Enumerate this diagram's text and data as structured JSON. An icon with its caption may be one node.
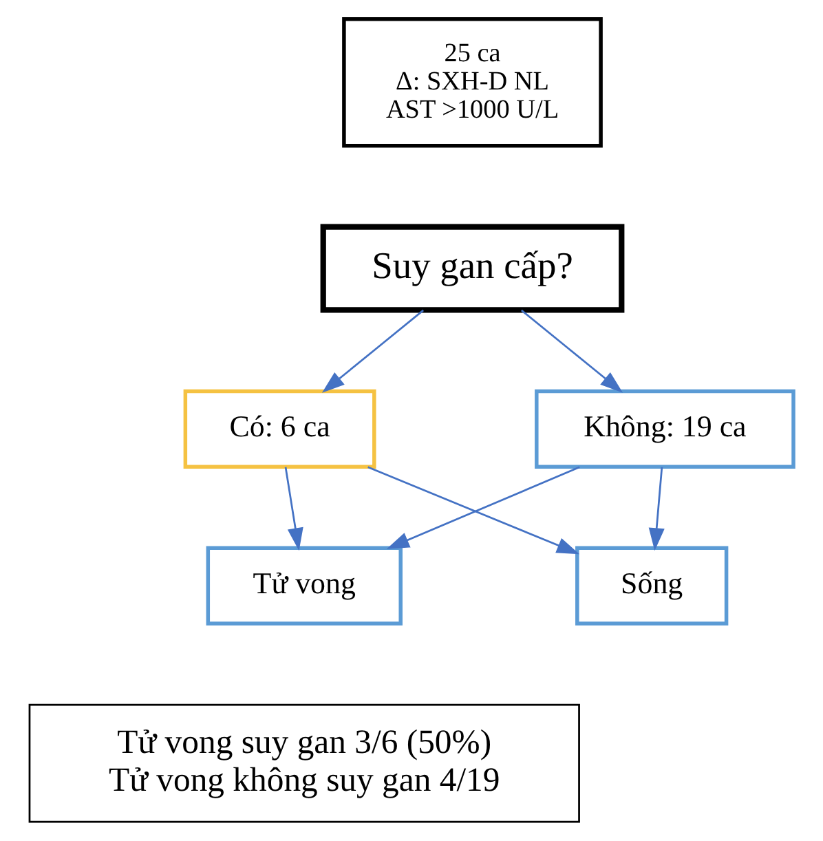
{
  "diagram": {
    "nodes": [
      {
        "text": [
          "25 ca",
          "Δ: SXH-D NL",
          "AST >1000 U/L"
        ]
      },
      {
        "text": [
          "Suy gan cấp?"
        ]
      },
      {
        "text": [
          "Có: 6 ca"
        ]
      },
      {
        "text": [
          "Không: 19 ca"
        ]
      },
      {
        "text": [
          "Tử vong"
        ]
      },
      {
        "text": [
          "Sống"
        ]
      },
      {
        "text": [
          "Tử vong suy gan 3/6 (50%)",
          "Tử vong không suy gan 4/19"
        ]
      }
    ],
    "edges": [
      {
        "from": 1,
        "to": 2,
        "arrow": "to"
      },
      {
        "from": 1,
        "to": 3,
        "arrow": "to"
      },
      {
        "from": 2,
        "to": 4,
        "arrow": "to"
      },
      {
        "from": 2,
        "to": 5,
        "arrow": "to"
      },
      {
        "from": 3,
        "to": 4,
        "arrow": "to"
      },
      {
        "from": 3,
        "to": 5,
        "arrow": "to"
      }
    ]
  }
}
